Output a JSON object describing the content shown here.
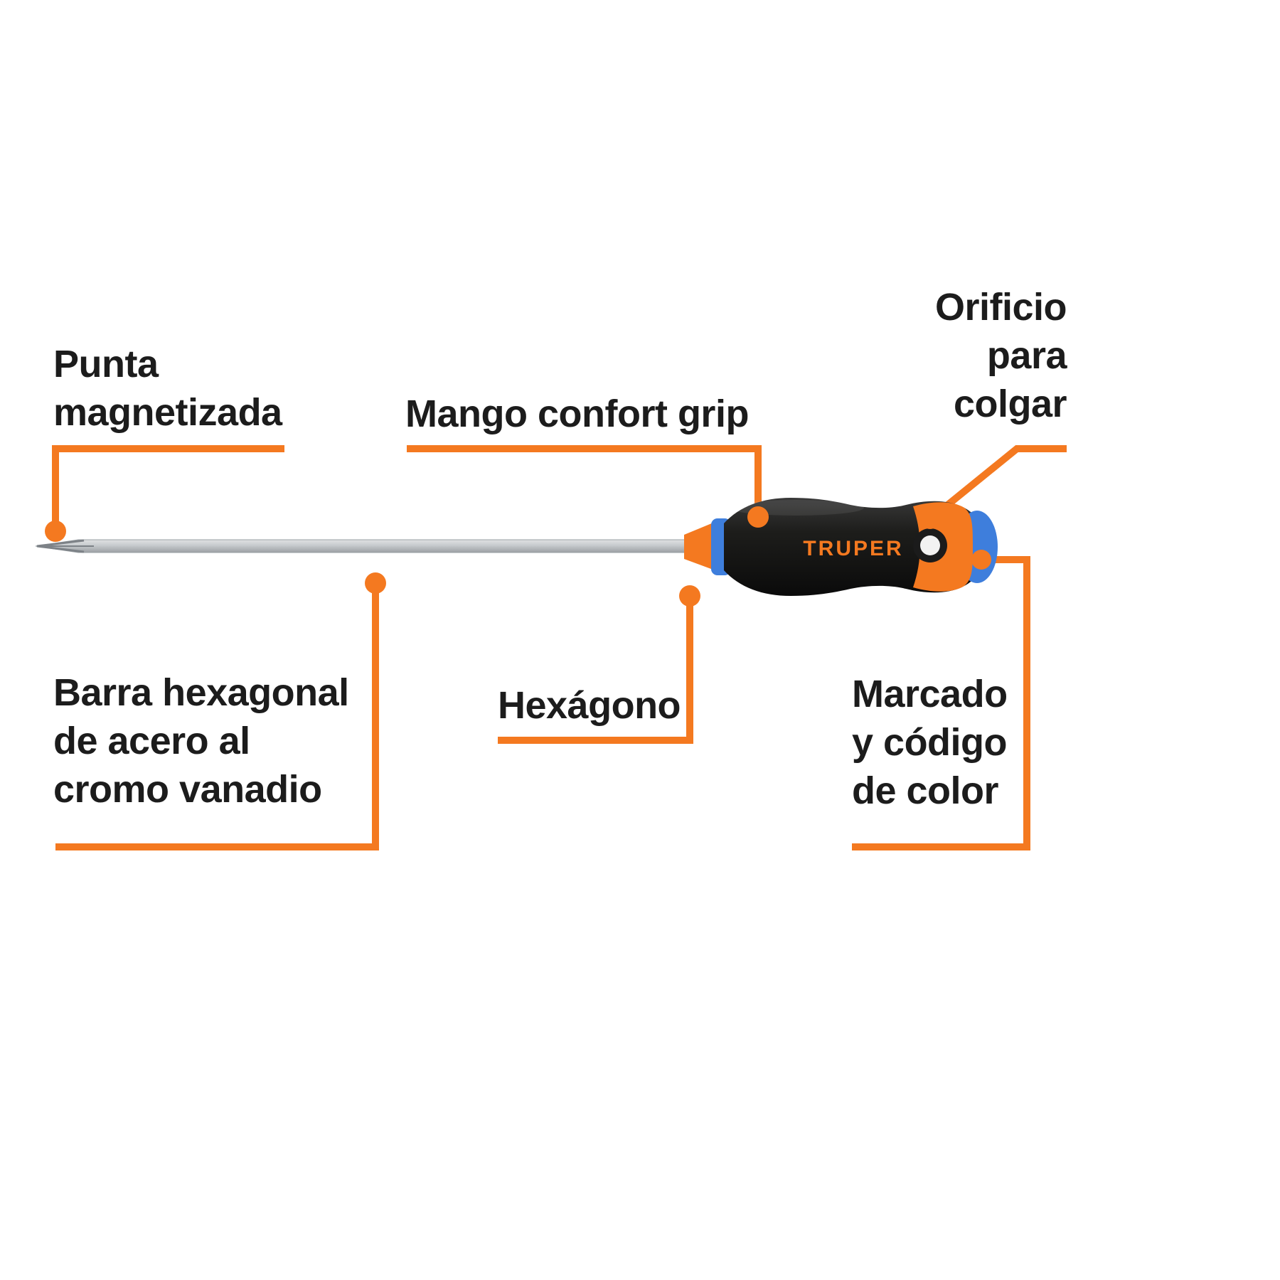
{
  "diagram": {
    "brand_label": "TRUPER",
    "callouts": {
      "punta_magnetizada": "Punta\nmagnetizada",
      "mango_confort": "Mango confort grip",
      "orificio_colgar": "Orificio\npara\ncolgar",
      "barra_hexagonal": "Barra hexagonal\nde acero al\ncromo vanadio",
      "hexagono": "Hexágono",
      "marcado_codigo": "Marcado\ny código\nde color"
    },
    "colors": {
      "accent_orange": "#F47920",
      "label_text": "#1C1C1C",
      "handle_black": "#1D1D1B",
      "cap_blue": "#3E7EDC",
      "shaft_gray": "#C6CAD0"
    }
  }
}
